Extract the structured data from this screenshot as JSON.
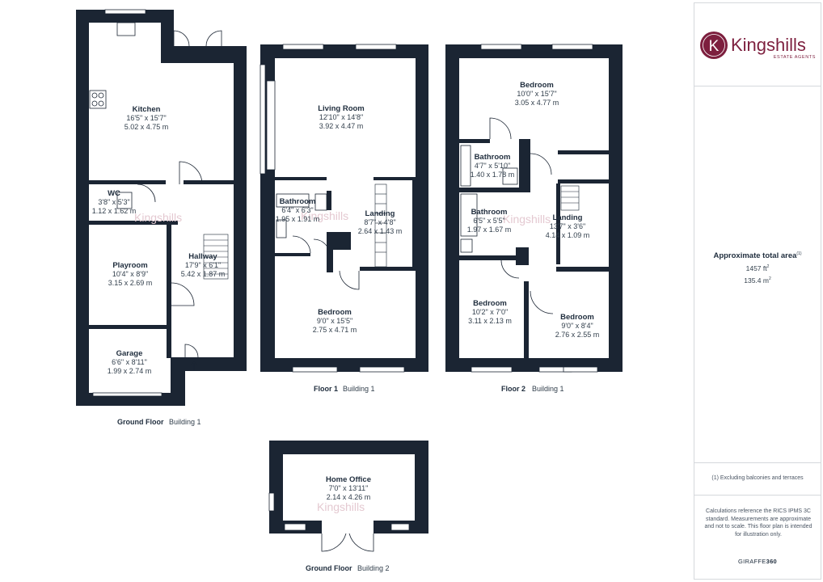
{
  "floors": {
    "ground1": {
      "label": "Ground Floor",
      "building": "Building 1"
    },
    "floor1": {
      "label": "Floor 1",
      "building": "Building 1"
    },
    "floor2": {
      "label": "Floor 2",
      "building": "Building 1"
    },
    "ground2": {
      "label": "Ground Floor",
      "building": "Building 2"
    }
  },
  "rooms": {
    "kitchen": {
      "name": "Kitchen",
      "imperial": "16'5\" x 15'7\"",
      "metric": "5.02 x 4.75 m"
    },
    "wc": {
      "name": "WC",
      "imperial": "3'8\" x 5'3\"",
      "metric": "1.12 x 1.62 m"
    },
    "playroom": {
      "name": "Playroom",
      "imperial": "10'4\" x 8'9\"",
      "metric": "3.15 x 2.69 m"
    },
    "hallway": {
      "name": "Hallway",
      "imperial": "17'9\" x 6'1\"",
      "metric": "5.42 x 1.87 m"
    },
    "garage": {
      "name": "Garage",
      "imperial": "6'6\" x 8'11\"",
      "metric": "1.99 x 2.74 m"
    },
    "living": {
      "name": "Living Room",
      "imperial": "12'10\" x 14'8\"",
      "metric": "3.92 x 4.47 m"
    },
    "bath1": {
      "name": "Bathroom",
      "imperial": "6'4\" x 6'3\"",
      "metric": "1.95 x 1.91 m"
    },
    "landing1": {
      "name": "Landing",
      "imperial": "8'7\" x 4'8\"",
      "metric": "2.64 x 1.43 m"
    },
    "bed1": {
      "name": "Bedroom",
      "imperial": "9'0\" x 15'5\"",
      "metric": "2.75 x 4.71 m"
    },
    "bed2a": {
      "name": "Bedroom",
      "imperial": "10'0\" x 15'7\"",
      "metric": "3.05 x 4.77 m"
    },
    "bath2a": {
      "name": "Bathroom",
      "imperial": "4'7\" x 5'10\"",
      "metric": "1.40 x 1.78 m"
    },
    "bath2b": {
      "name": "Bathroom",
      "imperial": "6'5\" x 5'5\"",
      "metric": "1.97 x 1.67 m"
    },
    "landing2": {
      "name": "Landing",
      "imperial": "13'7\" x 3'6\"",
      "metric": "4.14 x 1.09 m"
    },
    "bed2b": {
      "name": "Bedroom",
      "imperial": "10'2\" x 7'0\"",
      "metric": "3.11 x 2.13 m"
    },
    "bed2c": {
      "name": "Bedroom",
      "imperial": "9'0\" x 8'4\"",
      "metric": "2.76 x 2.55 m"
    },
    "office": {
      "name": "Home Office",
      "imperial": "7'0\" x 13'11\"",
      "metric": "2.14 x 4.26 m"
    }
  },
  "watermark": "Kingshills",
  "brand": {
    "initial": "K",
    "name": "Kingshills",
    "tagline": "ESTATE AGENTS",
    "color": "#7d1f3e"
  },
  "area": {
    "title": "Approximate total area",
    "title_note": "(1)",
    "sqft": "1457 ft",
    "sqft_unit": "2",
    "sqm": "135.4 m",
    "sqm_unit": "2"
  },
  "footnote": "(1) Excluding balconies and terraces",
  "disclaimer": "Calculations reference the RICS IPMS 3C standard. Measurements are approximate and not to scale. This floor plan is intended for illustration only.",
  "credit": {
    "prefix": "GIRAFFE",
    "suffix": "360"
  },
  "colors": {
    "wall": "#1b2533",
    "brand": "#7d1f3e",
    "text": "#1f2d3d"
  }
}
